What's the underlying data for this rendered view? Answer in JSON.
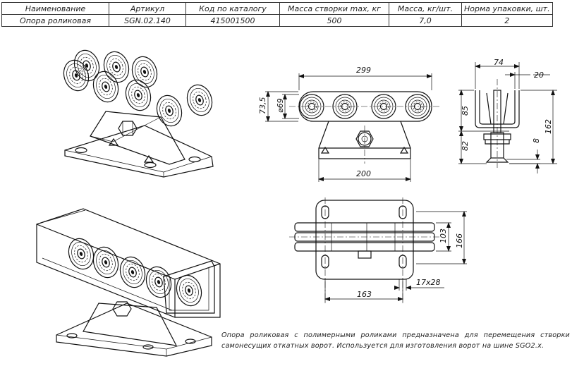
{
  "spec_table": {
    "headers": [
      "Наименование",
      "Артикул",
      "Код по каталогу",
      "Масса створки max, кг",
      "Масса, кг/шт.",
      "Норма упаковки, шт."
    ],
    "row": [
      "Опора роликовая",
      "SGN.02.140",
      "415001500",
      "500",
      "7,0",
      "2"
    ]
  },
  "dimensions": {
    "front_width": "299",
    "front_height": "73,5",
    "roller_diameter": "⌀69",
    "base_width": "200",
    "side_width": "74",
    "side_offset": "20",
    "side_upper": "85",
    "side_total": "162",
    "side_lower": "82",
    "side_plate": "8",
    "plan_length": "163",
    "plan_inner": "103",
    "plan_outer": "166",
    "slot": "17x28"
  },
  "description": "Опора роликовая с полимерными роликами предназначена для перемещения створки самонесущих откатных ворот. Используется для изготовления ворот на шине SGO2.x."
}
